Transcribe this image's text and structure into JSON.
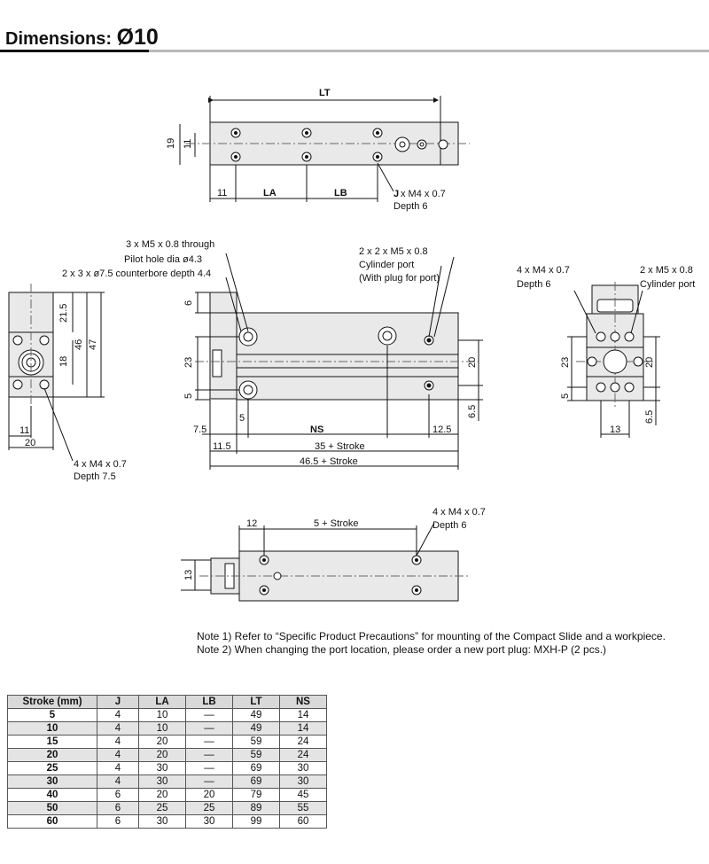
{
  "header": {
    "title_prefix": "Dimensions: ",
    "title_size": "Ø10"
  },
  "top_view": {
    "lt": "LT",
    "d19": "19",
    "d11": "11",
    "d11b": "11",
    "la": "LA",
    "lb": "LB",
    "j_label": "J",
    "j_rest": " x M4 x 0.7",
    "depth": "Depth 6"
  },
  "side_left": {
    "d21_5": "21.5",
    "d46": "46",
    "d47": "47",
    "d18": "18",
    "d11": "11",
    "d20": "20",
    "tap": "4 x M4 x 0.7",
    "depth": "Depth 7.5"
  },
  "main_view": {
    "note1": "3 x M5 x 0.8 through",
    "note2": "Pilot hole dia ø4.3",
    "note3": "2 x 3 x ø7.5 counterbore depth 4.4",
    "port1": "2 x 2 x M5 x 0.8",
    "port2": "Cylinder port",
    "port3": "(With plug for port)",
    "d6": "6",
    "d23": "23",
    "d5": "5",
    "d7_5": "7.5",
    "d5b": "5",
    "ns": "NS",
    "d12_5": "12.5",
    "d11_5": "11.5",
    "d35": "35 + Stroke",
    "d46_5": "46.5 + Stroke",
    "d20": "20",
    "d6_5": "6.5"
  },
  "end_view": {
    "tap": "4 x M4 x 0.7",
    "depth": "Depth 6",
    "port": "2 x M5 x 0.8",
    "port2": "Cylinder port",
    "d23": "23",
    "d5": "5",
    "d20": "20",
    "d6_5": "6.5",
    "d13": "13"
  },
  "bottom_view": {
    "d12": "12",
    "d5s": "5 + Stroke",
    "tap": "4 x M4 x 0.7",
    "depth": "Depth 6",
    "d13": "13"
  },
  "notes": {
    "n1": "Note 1) Refer to “Specific Product Precautions” for mounting of the Compact Slide and a workpiece.",
    "n2": "Note 2) When changing the port location, please order a new port plug: MXH-P (2 pcs.)"
  },
  "table": {
    "headers": [
      "Stroke (mm)",
      "J",
      "LA",
      "LB",
      "LT",
      "NS"
    ],
    "rows": [
      [
        "5",
        "4",
        "10",
        "—",
        "49",
        "14"
      ],
      [
        "10",
        "4",
        "10",
        "—",
        "49",
        "14"
      ],
      [
        "15",
        "4",
        "20",
        "—",
        "59",
        "24"
      ],
      [
        "20",
        "4",
        "20",
        "—",
        "59",
        "24"
      ],
      [
        "25",
        "4",
        "30",
        "—",
        "69",
        "30"
      ],
      [
        "30",
        "4",
        "30",
        "—",
        "69",
        "30"
      ],
      [
        "40",
        "6",
        "20",
        "20",
        "79",
        "45"
      ],
      [
        "50",
        "6",
        "25",
        "25",
        "89",
        "55"
      ],
      [
        "60",
        "6",
        "30",
        "30",
        "99",
        "60"
      ]
    ]
  }
}
